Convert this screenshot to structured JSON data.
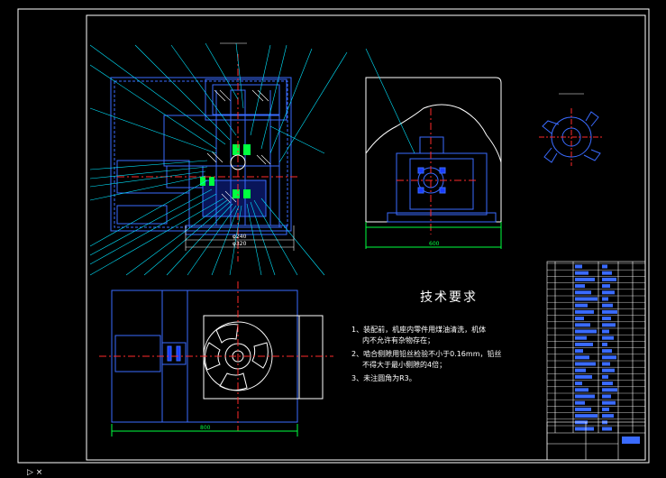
{
  "tech_requirements": {
    "title": "技术要求",
    "item1": "1、装配前，机座内零件用煤油清洗，机体",
    "item1_cont": "内不允许有杂物存在；",
    "item2": "2、啮合侧隙用铅丝检验不小于0.16mm，铅丝",
    "item2_cont": "不得大于最小侧隙的4倍；",
    "item3": "3、未注圆角为R3。"
  },
  "dimensions": {
    "d1": "φ240",
    "d2": "φ320",
    "side_view_width": "600",
    "plan_view_width": "800"
  },
  "colors": {
    "background": "#000000",
    "frame": "#ffffff",
    "part_outline": "#3a6bff",
    "center_line": "#ff2a2a",
    "leader": "#00e5ff",
    "dim": "#00ff40",
    "fill_blue": "#1a3cff"
  }
}
